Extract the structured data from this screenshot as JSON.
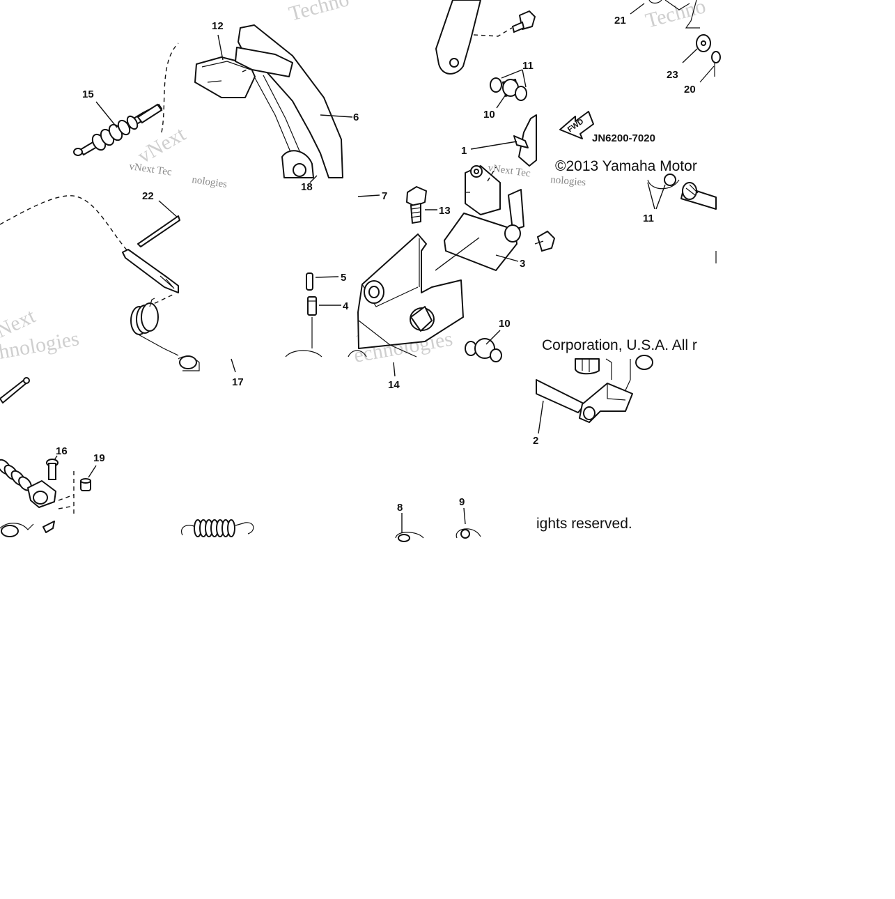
{
  "diagram": {
    "code": "JN6200-7020",
    "copyright_line1": "©2013 Yamaha Motor",
    "copyright_line2": "Corporation, U.S.A. All r",
    "copyright_line3": "ights reserved.",
    "fwd_label": "FWD",
    "watermarks": [
      "Techno",
      "vNext Tec",
      "nologies",
      "Next",
      "hnologies",
      "vNext",
      "echnologies",
      "Techno"
    ],
    "callouts": {
      "c1": "1",
      "c2": "2",
      "c3": "3",
      "c4": "4",
      "c5": "5",
      "c6": "6",
      "c7": "7",
      "c8": "8",
      "c9": "9",
      "c10a": "10",
      "c10b": "10",
      "c11a": "11",
      "c11b": "11",
      "c12": "12",
      "c13": "13",
      "c14": "14",
      "c15": "15",
      "c16": "16",
      "c17": "17",
      "c18": "18",
      "c19": "19",
      "c20": "20",
      "c21": "21",
      "c22": "22",
      "c23": "23"
    }
  }
}
